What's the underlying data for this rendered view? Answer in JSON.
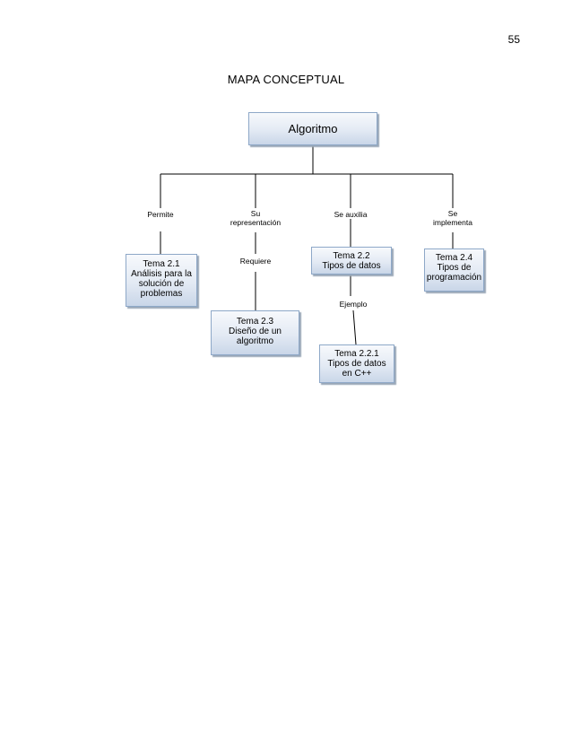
{
  "page_number": "55",
  "title": "MAPA CONCEPTUAL",
  "root": {
    "label": "Algoritmo"
  },
  "connectors": {
    "permite": "Permite",
    "representacion": [
      "Su",
      "representación"
    ],
    "auxilia": "Se auxilia",
    "implementa": [
      "Se",
      "implementa"
    ],
    "requiere": "Requiere",
    "ejemplo": "Ejemplo"
  },
  "nodes": {
    "t21": [
      "Tema 2.1",
      "Análisis para la",
      "solución de",
      "problemas"
    ],
    "t23": [
      "Tema 2.3",
      "Diseño de un",
      "algoritmo"
    ],
    "t22": [
      "Tema 2.2",
      "Tipos de datos"
    ],
    "t221": [
      "Tema 2.2.1",
      "Tipos de datos",
      "en C++"
    ],
    "t24": [
      "Tema 2.4",
      "Tipos de",
      "programación"
    ]
  }
}
